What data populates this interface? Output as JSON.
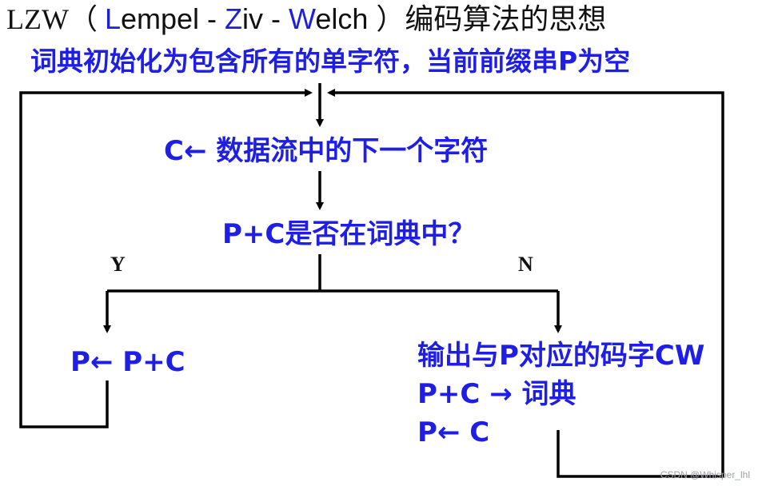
{
  "title": {
    "prefix": "LZW（ ",
    "L": "L",
    "l_rest": "empel - ",
    "Z": "Z",
    "z_rest": "iv - ",
    "W": "W",
    "w_rest": "elch ）",
    "suffix": "编码算法的思想"
  },
  "init_text": "词典初始化为包含所有的单字符，当前前缀串P为空",
  "read_step": "C←  数据流中的下一个字符",
  "decision": "P+C是否在词典中？",
  "yes_label": "Y",
  "no_label": "N",
  "yes_step": "P←  P+C",
  "no_steps": {
    "line1": "输出与P对应的码字CW",
    "line2": "P+C  →  词典",
    "line3": "P←  C"
  },
  "watermark": "CSDN @Whisper_lhl",
  "colors": {
    "text_blue": "#1e1ee6",
    "line": "#000000",
    "title_dark": "#111111"
  }
}
